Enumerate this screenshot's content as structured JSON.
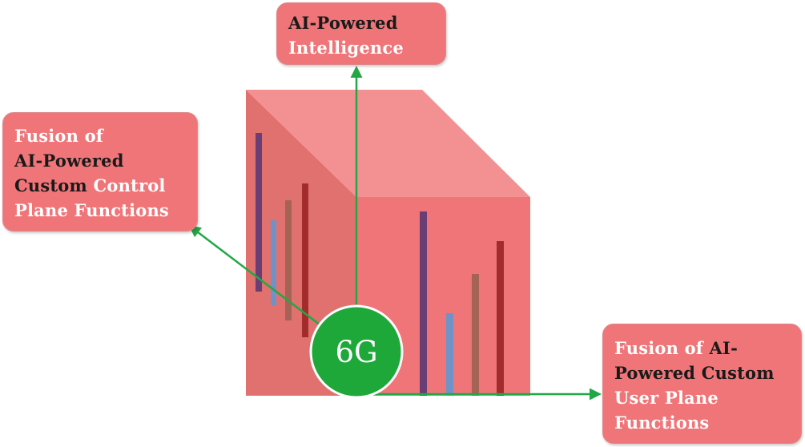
{
  "boxes": {
    "top": {
      "lines": [
        [
          {
            "text": "AI-Powered",
            "color": "dark"
          }
        ],
        [
          {
            "text": "Intelligence",
            "color": "white"
          }
        ]
      ]
    },
    "left": {
      "lines": [
        [
          {
            "text": "Fusion of",
            "color": "white"
          }
        ],
        [
          {
            "text": "AI-Powered",
            "color": "dark"
          }
        ],
        [
          {
            "text": "Custom ",
            "color": "dark"
          },
          {
            "text": "Control",
            "color": "white"
          }
        ],
        [
          {
            "text": "Plane Functions",
            "color": "white"
          }
        ]
      ]
    },
    "right": {
      "lines": [
        [
          {
            "text": "Fusion of ",
            "color": "white"
          },
          {
            "text": "AI-",
            "color": "dark"
          }
        ],
        [
          {
            "text": "Powered Custom",
            "color": "dark"
          }
        ],
        [
          {
            "text": "User Plane",
            "color": "white"
          }
        ],
        [
          {
            "text": "Functions",
            "color": "white"
          }
        ]
      ]
    }
  },
  "center": {
    "label": "6G",
    "color": "#1ea83a"
  },
  "colors": {
    "box_fill": "#f07578",
    "cube_front": "#f07578",
    "cube_top": "#f39092",
    "cube_side": "#e0716f",
    "arrow": "#22a746",
    "bar_purple": "#6a3e74",
    "bar_blue": "#6f93c6",
    "bar_brown": "#a56356",
    "bar_red": "#a22b2b"
  }
}
